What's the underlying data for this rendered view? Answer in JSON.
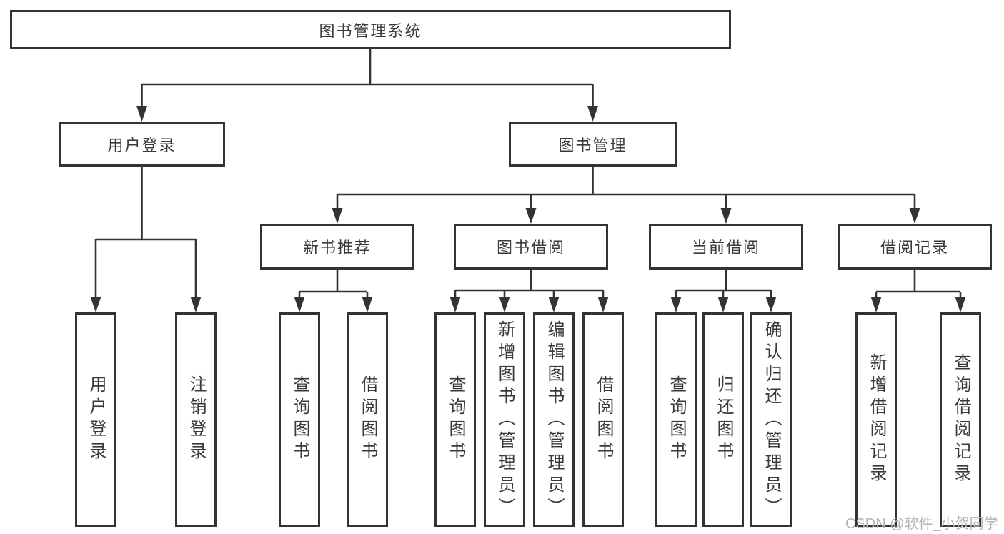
{
  "colors": {
    "line": "#333333",
    "text": "#3a3a3a",
    "box": "#ffffff",
    "watermark": "#b4b4b4",
    "bg": "#ffffff"
  },
  "watermark": "CSDN @软件_小贺同学",
  "tree": {
    "root": "图书管理系统",
    "children": [
      {
        "label": "用户登录",
        "children": [
          "用户登录",
          "注销登录"
        ]
      },
      {
        "label": "图书管理",
        "children": [
          {
            "label": "新书推荐",
            "children": [
              "查询图书",
              "借阅图书"
            ]
          },
          {
            "label": "图书借阅",
            "children": [
              "查询图书",
              "新增图书（管理员）",
              "编辑图书（管理员）",
              "借阅图书"
            ]
          },
          {
            "label": "当前借阅",
            "children": [
              "查询图书",
              "归还图书",
              "确认归还（管理员）"
            ]
          },
          {
            "label": "借阅记录",
            "children": [
              "新增借阅记录",
              "查询借阅记录"
            ]
          }
        ]
      }
    ]
  }
}
